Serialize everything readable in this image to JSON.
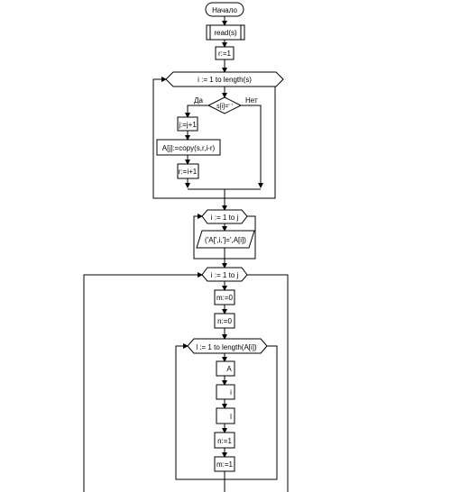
{
  "flowchart": {
    "start": "Начало",
    "read": "read(s)",
    "assign_r": "r:=1",
    "loop1": "i := 1 to length(s)",
    "condition": "s[i]=' '",
    "yes": "Да",
    "no": "Нет",
    "inc_j": "j:=j+1",
    "copy": "A[j]:=copy(s,r,i-r)",
    "assign_r2": "r:=i+1",
    "loop2": "i := 1 to j",
    "output": "('A[',i,']=',A[i])",
    "loop3": "i := 1 to j",
    "assign_m": "m:=0",
    "assign_n": "n:=0",
    "loop4": "l := 1 to length(A[i])",
    "block_A": "A",
    "block_i": "i",
    "block_l": "l",
    "assign_n1": "n:=1",
    "assign_m1": "m:=1"
  }
}
